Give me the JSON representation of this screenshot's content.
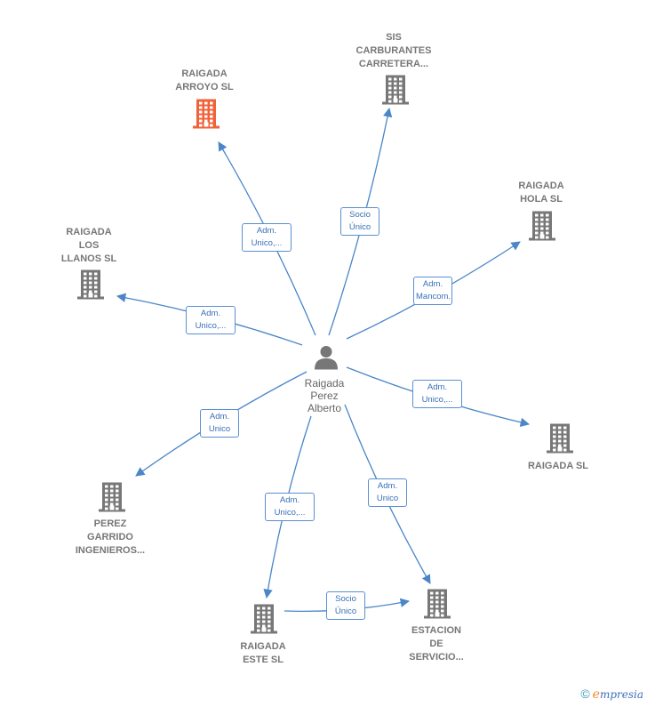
{
  "colors": {
    "edge": "#4a86c8",
    "building": "#777777",
    "building_highlight": "#f0623a",
    "person": "#777777",
    "badge_text": "#3a70b8"
  },
  "center": {
    "name_lines": [
      "Raigada",
      "Perez",
      "Alberto"
    ],
    "icon": "person-icon"
  },
  "companies": [
    {
      "id": "raigada-arroyo",
      "lines": [
        "RAIGADA",
        "ARROYO  SL"
      ],
      "highlight": true,
      "icon": "building-icon"
    },
    {
      "id": "sis-carburantes",
      "lines": [
        "SIS",
        "CARBURANTES",
        "CARRETERA..."
      ],
      "highlight": false,
      "icon": "building-icon"
    },
    {
      "id": "raigada-hola",
      "lines": [
        "RAIGADA",
        "HOLA  SL"
      ],
      "highlight": false,
      "icon": "building-icon"
    },
    {
      "id": "raigada-los-llanos",
      "lines": [
        "RAIGADA",
        "LOS",
        "LLANOS  SL"
      ],
      "highlight": false,
      "icon": "building-icon"
    },
    {
      "id": "raigada-sl",
      "lines": [
        "RAIGADA SL"
      ],
      "highlight": false,
      "icon": "building-icon"
    },
    {
      "id": "perez-garrido",
      "lines": [
        "PEREZ",
        "GARRIDO",
        "INGENIEROS..."
      ],
      "highlight": false,
      "icon": "building-icon"
    },
    {
      "id": "raigada-este",
      "lines": [
        "RAIGADA",
        "ESTE  SL"
      ],
      "highlight": false,
      "icon": "building-icon"
    },
    {
      "id": "estacion-servicio",
      "lines": [
        "ESTACION",
        "DE",
        "SERVICIO..."
      ],
      "highlight": false,
      "icon": "building-icon"
    }
  ],
  "relations": [
    {
      "from": "center",
      "to": "raigada-arroyo",
      "label": [
        "Adm.",
        "Unico,..."
      ]
    },
    {
      "from": "center",
      "to": "sis-carburantes",
      "label": [
        "Socio",
        "Único"
      ]
    },
    {
      "from": "center",
      "to": "raigada-hola",
      "label": [
        "Adm.",
        "Mancom."
      ]
    },
    {
      "from": "center",
      "to": "raigada-los-llanos",
      "label": [
        "Adm.",
        "Unico,..."
      ]
    },
    {
      "from": "center",
      "to": "raigada-sl",
      "label": [
        "Adm.",
        "Unico,..."
      ]
    },
    {
      "from": "center",
      "to": "perez-garrido",
      "label": [
        "Adm.",
        "Unico"
      ]
    },
    {
      "from": "center",
      "to": "raigada-este",
      "label": [
        "Adm.",
        "Unico,..."
      ]
    },
    {
      "from": "center",
      "to": "estacion-servicio",
      "label": [
        "Adm.",
        "Unico"
      ]
    },
    {
      "from": "raigada-este",
      "to": "estacion-servicio",
      "label": [
        "Socio",
        "Único"
      ]
    }
  ],
  "brand": {
    "copyright": "©",
    "initial": "e",
    "rest": "mpresia"
  }
}
